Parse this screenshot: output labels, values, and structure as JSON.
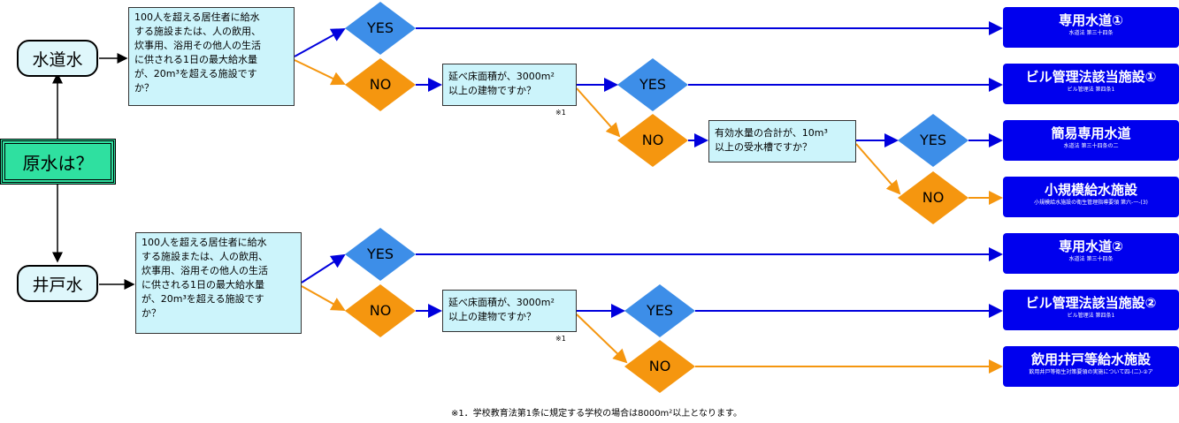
{
  "root": {
    "label": "原水は？"
  },
  "sources": {
    "top": "水道水",
    "bottom": "井戸水"
  },
  "questions": {
    "supply_top": "100人を超える居住者に給水\nする施設または、人の飲用、\n炊事用、浴用その他人の生活\nに供される1日の最大給水量\nが、20m³を超える施設です\nか？",
    "supply_bottom": "100人を超える居住者に給水\nする施設または、人の飲用、\n炊事用、浴用その他人の生活\nに供される1日の最大給水量\nが、20m³を超える施設です\nか？",
    "floor_top": "延べ床面積が、3000m²\n以上の建物ですか？",
    "floor_bottom": "延べ床面積が、3000m²\n以上の建物ですか？",
    "tank": "有効水量の合計が、10m³\n以上の受水槽ですか？"
  },
  "decisions": {
    "yes": "YES",
    "no": "NO"
  },
  "notes": {
    "mark": "※1"
  },
  "results": [
    {
      "title": "専用水道①",
      "sub": "水道法 第三十四条"
    },
    {
      "title": "ビル管理法該当施設①",
      "sub": "ビル管理法 第四条1"
    },
    {
      "title": "簡易専用水道",
      "sub": "水道法 第三十四条の二"
    },
    {
      "title": "小規模給水施設",
      "sub": "小規模給水施設の衛生管理指導要領 第六-一-(3)"
    },
    {
      "title": "専用水道②",
      "sub": "水道法 第三十四条"
    },
    {
      "title": "ビル管理法該当施設②",
      "sub": "ビル管理法 第四条1"
    },
    {
      "title": "飲用井戸等給水施設",
      "sub": "飲用井戸等衛生対策要領の実施について四-(二)-②ア"
    }
  ],
  "footnote": "※1．学校教育法第1条に規定する学校の場合は8000m²以上となります。",
  "colors": {
    "yes": "#3d8ee8",
    "no": "#f5960f",
    "yes_line": "#0000dd",
    "no_line": "#f5960f",
    "result": "#0000ee",
    "root": "#2fe0a0",
    "box": "#ccf4fb"
  }
}
